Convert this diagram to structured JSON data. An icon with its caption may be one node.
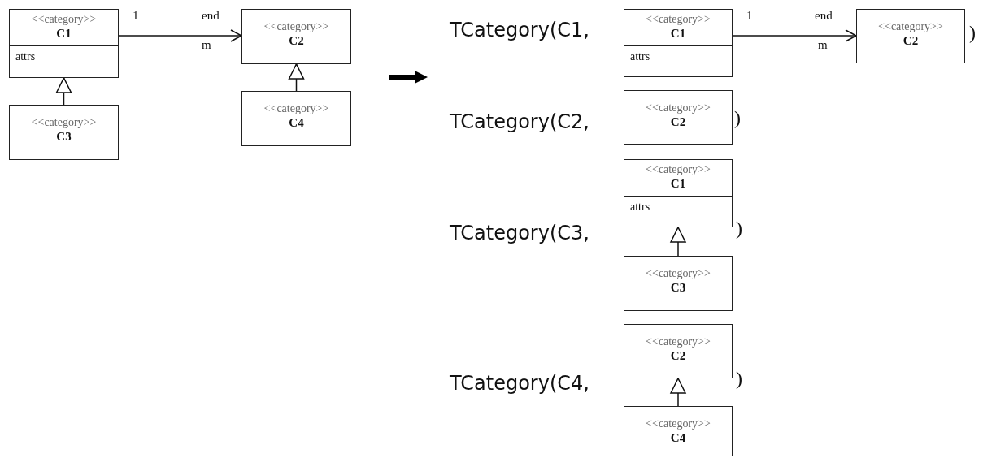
{
  "diagram": {
    "nodes": [
      {
        "text": [
          "<<category>>",
          "C1",
          "attrs"
        ]
      },
      {
        "text": [
          "<<category>>",
          "C2"
        ]
      },
      {
        "text": [
          "<<category>>",
          "C3"
        ]
      },
      {
        "text": [
          "<<category>>",
          "C4"
        ]
      },
      {
        "text": [
          "<<category>>",
          "C1",
          "attrs"
        ]
      },
      {
        "text": [
          "<<category>>",
          "C2"
        ]
      },
      {
        "text": [
          "<<category>>",
          "C2"
        ]
      },
      {
        "text": [
          "<<category>>",
          "C1",
          "attrs"
        ]
      },
      {
        "text": [
          "<<category>>",
          "C3"
        ]
      },
      {
        "text": [
          "<<category>>",
          "C2"
        ]
      },
      {
        "text": [
          "<<category>>",
          "C4"
        ]
      }
    ],
    "edges": [
      {
        "from": 0,
        "to": 1,
        "arrow": "to"
      },
      {
        "from": 2,
        "to": 0,
        "arrow": "to"
      },
      {
        "from": 3,
        "to": 1,
        "arrow": "to"
      },
      {
        "from": 4,
        "to": 5,
        "arrow": "to"
      },
      {
        "from": 8,
        "to": 7,
        "arrow": "to"
      },
      {
        "from": 10,
        "to": 9,
        "arrow": "to"
      }
    ],
    "labels": [
      "1",
      "end",
      "m",
      "TCategory(C1,",
      "1",
      "end",
      "m",
      ")",
      "TCategory(C2,",
      ")",
      "TCategory(C3,",
      ")",
      "TCategory(C4,",
      ")"
    ]
  }
}
